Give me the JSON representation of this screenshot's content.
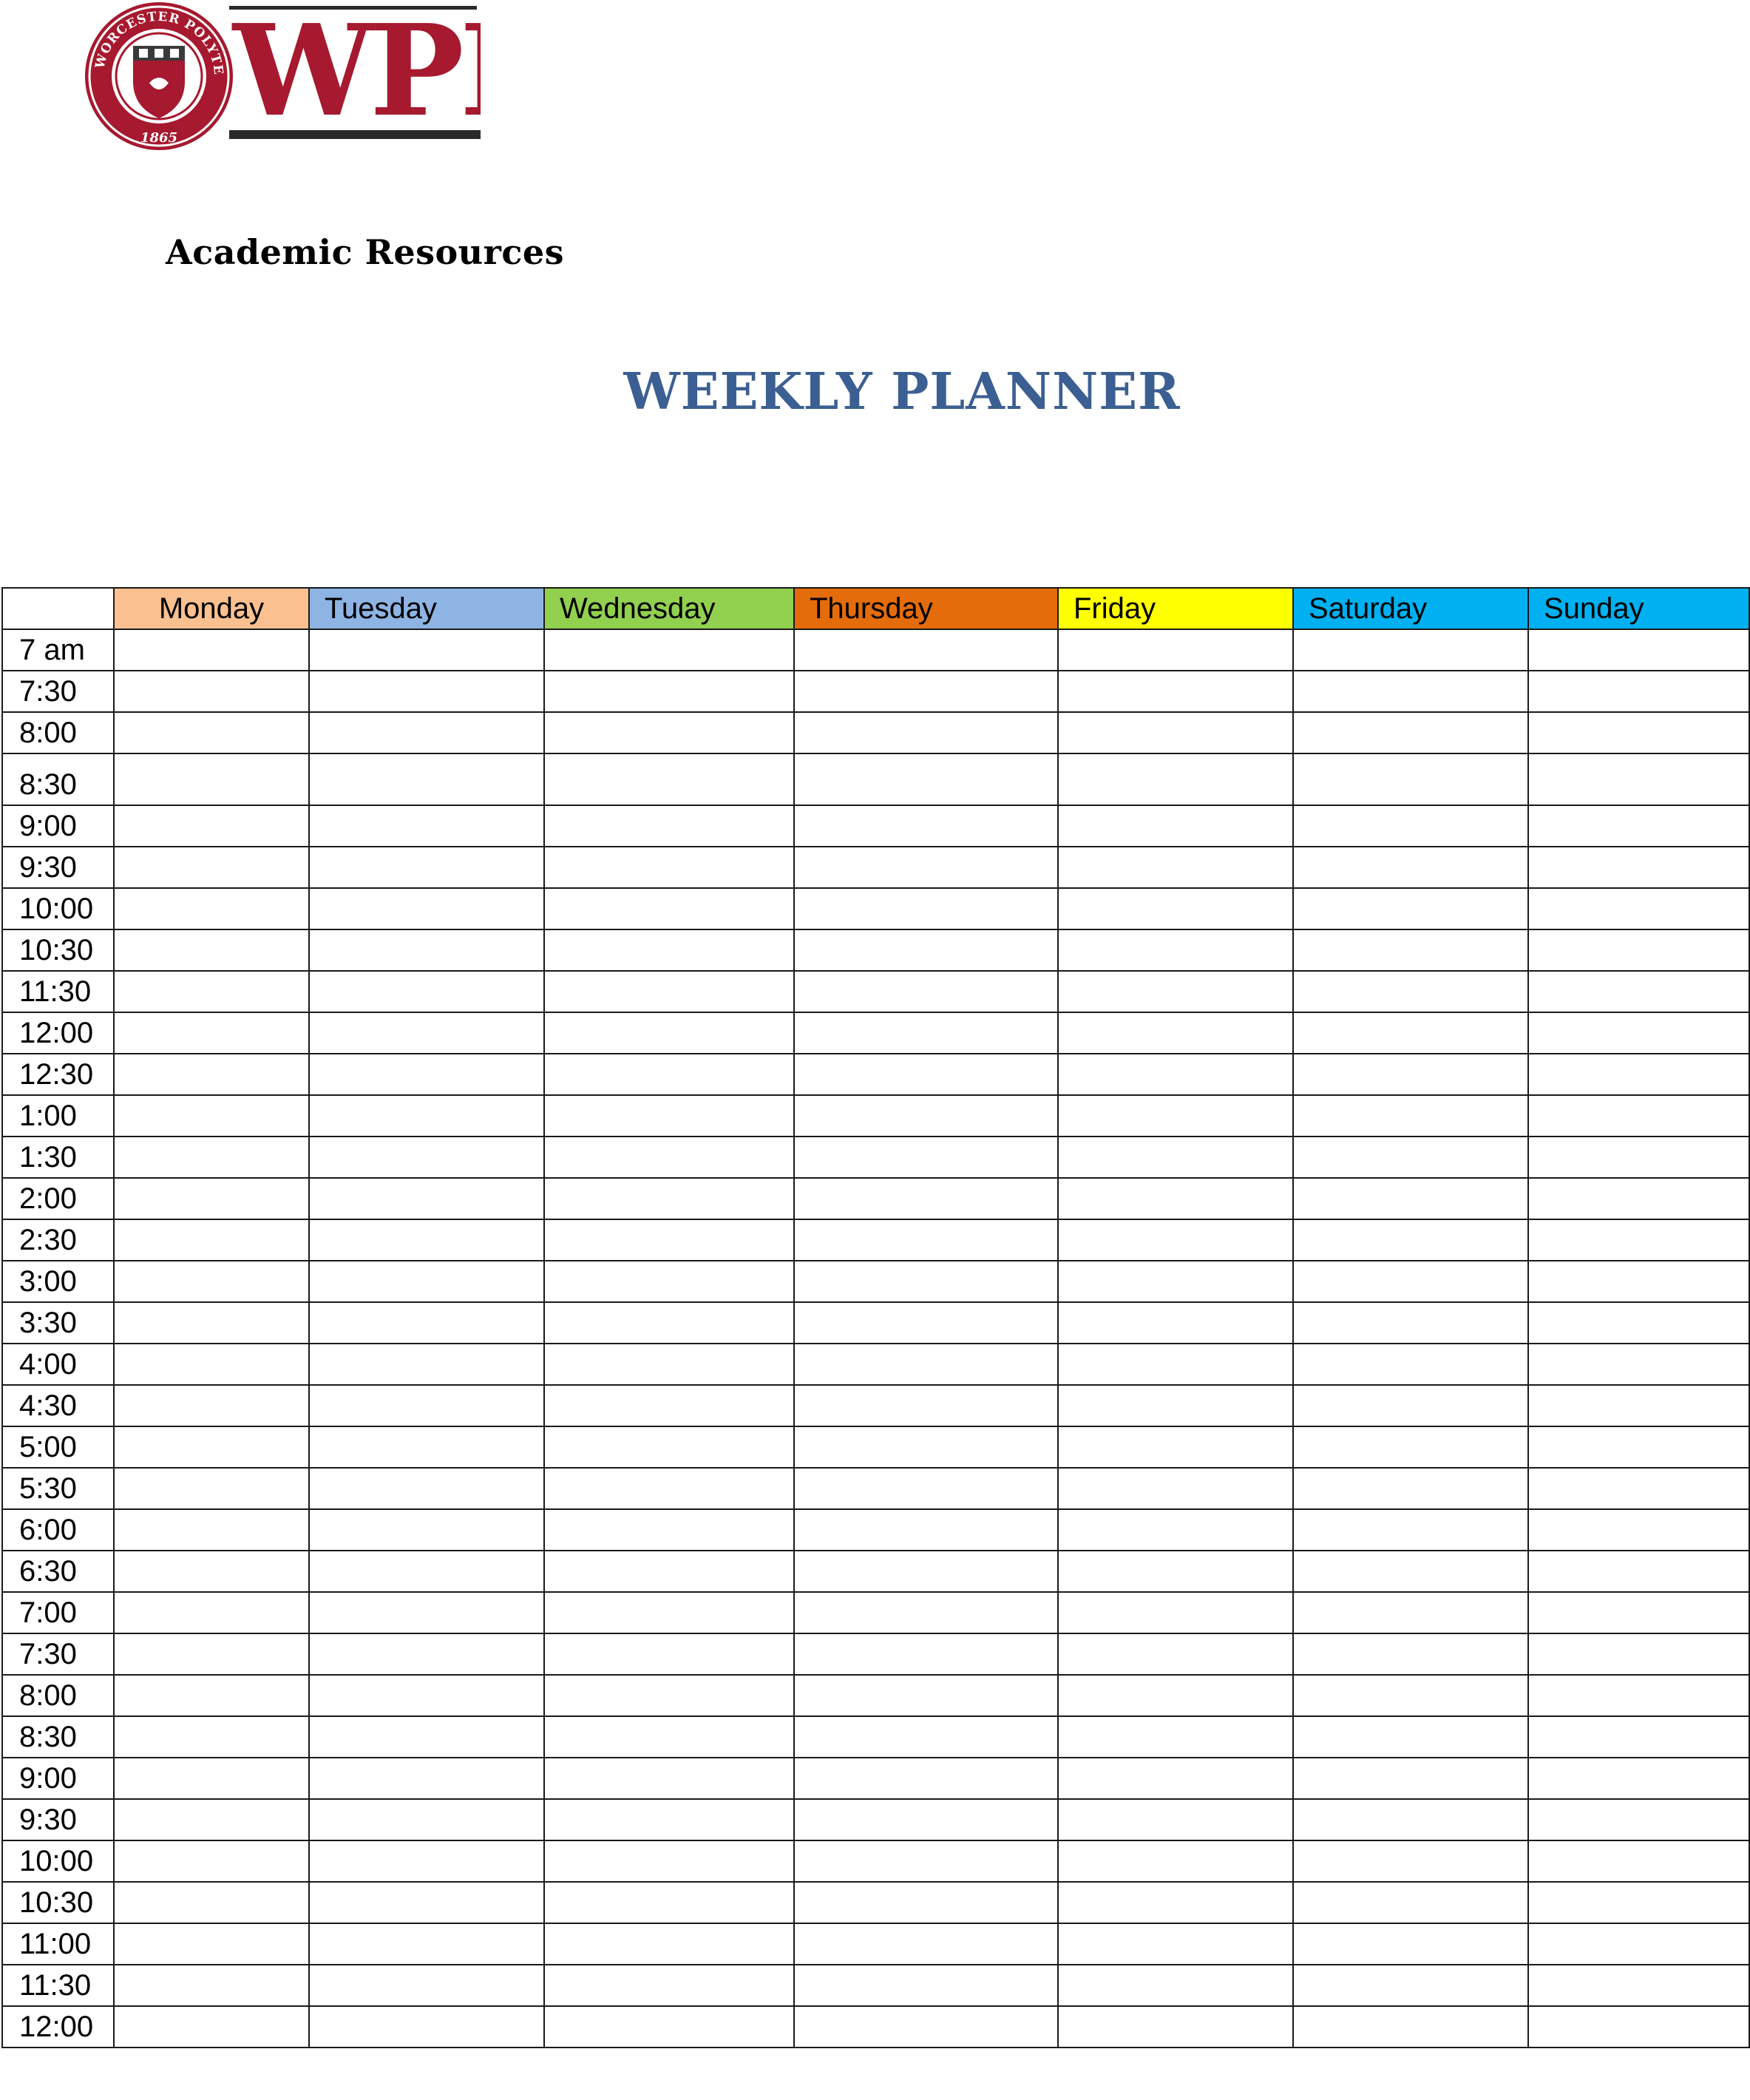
{
  "header": {
    "logo_text": "WPI",
    "logo_seal_text": "WORCESTER POLYTECHNIC INSTITUTE",
    "logo_seal_year": "1865",
    "org_name": "Academic Resources",
    "title": "WEEKLY PLANNER"
  },
  "colors": {
    "title": "#3b5f92",
    "logo_red": "#a6192e",
    "monday": "#fac090",
    "tuesday": "#8eb4e3",
    "wednesday": "#92d050",
    "thursday": "#e46c0a",
    "friday": "#ffff00",
    "saturday": "#00b0f0",
    "sunday": "#00b0f0"
  },
  "planner": {
    "days": [
      "Monday",
      "Tuesday",
      "Wednesday",
      "Thursday",
      "Friday",
      "Saturday",
      "Sunday"
    ],
    "day_colors": [
      "#fac090",
      "#8eb4e3",
      "#92d050",
      "#e46c0a",
      "#ffff00",
      "#00b0f0",
      "#00b0f0"
    ],
    "times": [
      "7 am",
      "7:30",
      "8:00",
      "8:30",
      "9:00",
      "9:30",
      "10:00",
      "10:30",
      "11:30",
      "12:00",
      "12:30",
      "1:00",
      "1:30",
      "2:00",
      "2:30",
      "3:00",
      "3:30",
      "4:00",
      "4:30",
      "5:00",
      "5:30",
      "6:00",
      "6:30",
      "7:00",
      "7:30",
      "8:00",
      "8:30",
      "9:00",
      "9:30",
      "10:00",
      "10:30",
      "11:00",
      "11:30",
      "12:00"
    ]
  }
}
